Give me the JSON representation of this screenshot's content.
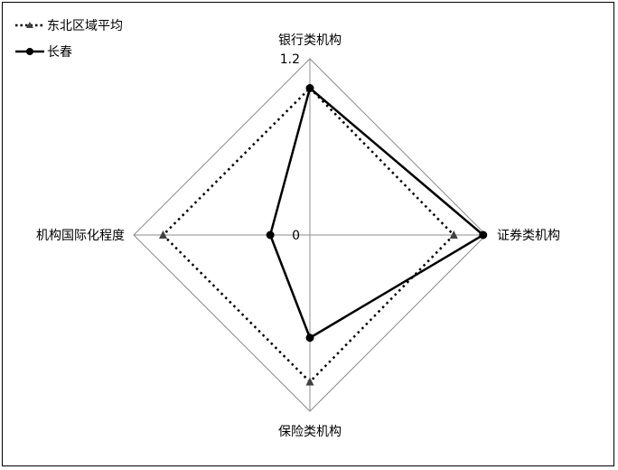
{
  "chart_data": {
    "type": "radar",
    "title": "",
    "axes": [
      "银行类机构",
      "证券类机构",
      "保险类机构",
      "机构国际化程度"
    ],
    "rlim": [
      0,
      1.2
    ],
    "tick_labels": {
      "min": "0",
      "max": "1.2"
    },
    "legend_position": "top-left",
    "series": [
      {
        "name": "东北区域平均",
        "values": [
          1.0,
          0.98,
          1.0,
          1.0
        ],
        "color": "#000000",
        "line_style": "dotted",
        "marker": "triangle",
        "marker_color": "#404040"
      },
      {
        "name": "长春",
        "values": [
          1.0,
          1.18,
          0.7,
          0.27
        ],
        "color": "#000000",
        "line_style": "solid",
        "marker": "circle",
        "marker_color": "#000000"
      }
    ]
  }
}
